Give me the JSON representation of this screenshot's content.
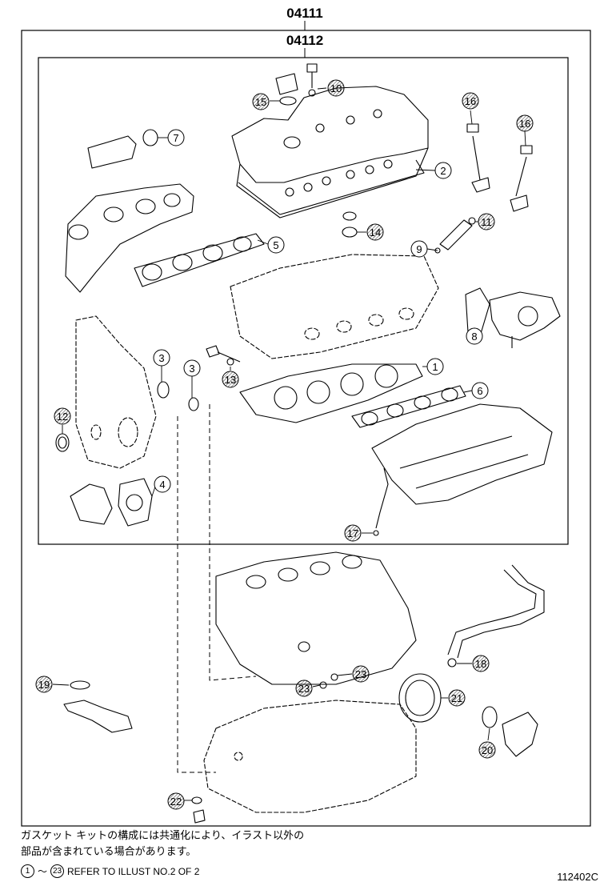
{
  "header": {
    "outer_code": "04111",
    "inner_code": "04112"
  },
  "callouts": [
    {
      "id": "c1",
      "label": "1",
      "style": "plain"
    },
    {
      "id": "c2",
      "label": "2",
      "style": "plain"
    },
    {
      "id": "c3a",
      "label": "3",
      "style": "plain"
    },
    {
      "id": "c3b",
      "label": "3",
      "style": "plain"
    },
    {
      "id": "c4",
      "label": "4",
      "style": "plain"
    },
    {
      "id": "c5",
      "label": "5",
      "style": "plain"
    },
    {
      "id": "c6",
      "label": "6",
      "style": "plain"
    },
    {
      "id": "c7",
      "label": "7",
      "style": "plain"
    },
    {
      "id": "c8",
      "label": "8",
      "style": "plain"
    },
    {
      "id": "c9",
      "label": "9",
      "style": "plain"
    },
    {
      "id": "c10",
      "label": "10",
      "style": "hatched"
    },
    {
      "id": "c11",
      "label": "11",
      "style": "hatched"
    },
    {
      "id": "c12",
      "label": "12",
      "style": "hatched"
    },
    {
      "id": "c13",
      "label": "13",
      "style": "hatched"
    },
    {
      "id": "c14",
      "label": "14",
      "style": "hatched"
    },
    {
      "id": "c15",
      "label": "15",
      "style": "hatched"
    },
    {
      "id": "c16a",
      "label": "16",
      "style": "hatched"
    },
    {
      "id": "c16b",
      "label": "16",
      "style": "hatched"
    },
    {
      "id": "c17",
      "label": "17",
      "style": "hatched"
    },
    {
      "id": "c18",
      "label": "18",
      "style": "hatched"
    },
    {
      "id": "c19",
      "label": "19",
      "style": "hatched"
    },
    {
      "id": "c20",
      "label": "20",
      "style": "hatched"
    },
    {
      "id": "c21",
      "label": "21",
      "style": "hatched"
    },
    {
      "id": "c22",
      "label": "22",
      "style": "hatched"
    },
    {
      "id": "c23a",
      "label": "23",
      "style": "hatched"
    },
    {
      "id": "c23b",
      "label": "23",
      "style": "hatched"
    }
  ],
  "notes": {
    "line1": "ガスケット キットの構成には共通化により、イラスト以外の",
    "line2": "部品が含まれている場合があります。"
  },
  "reference": {
    "from": "1",
    "tilde": "～",
    "to": "23",
    "text": "REFER TO ILLUST NO.2 OF 2"
  },
  "figure_id": "112402C"
}
